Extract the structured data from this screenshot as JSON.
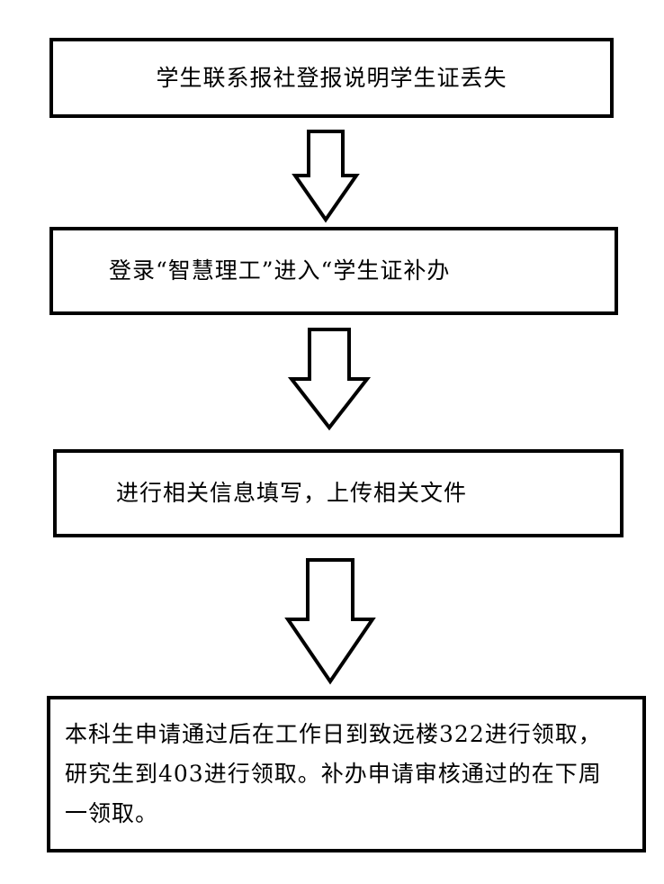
{
  "flowchart": {
    "steps": [
      {
        "text": "学生联系报社登报说明学生证丢失"
      },
      {
        "text": "登录“智慧理工”进入“学生证补办"
      },
      {
        "text": "进行相关信息填写，上传相关文件"
      },
      {
        "text": "本科生申请通过后在工作日到致远楼322进行领取，研究生到403进行领取。补办申请审核通过的在下周一领取。"
      }
    ],
    "arrows": [
      {
        "icon": "down-arrow-icon"
      },
      {
        "icon": "down-arrow-icon"
      },
      {
        "icon": "down-arrow-icon"
      }
    ]
  }
}
